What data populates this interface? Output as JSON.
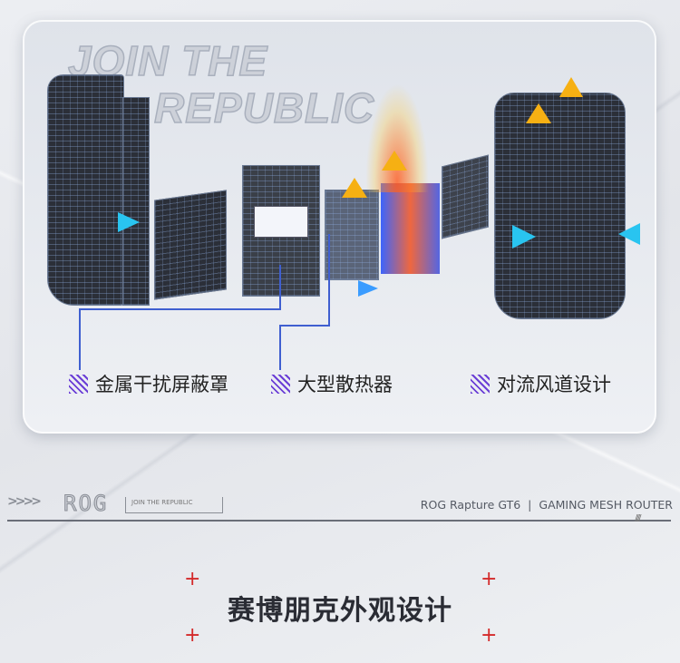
{
  "watermark": {
    "line1": "JOIN THE",
    "line2": "REPUBLIC"
  },
  "features": [
    {
      "label": "金属干扰屏蔽罩"
    },
    {
      "label": "大型散热器"
    },
    {
      "label": "对流风道设计"
    }
  ],
  "footer": {
    "logo": "ROG",
    "logo_tag": "JOIN THE REPUBLIC",
    "product": "ROG Rapture GT6",
    "separator": "|",
    "category": "GAMING MESH ROUTER"
  },
  "section_title": "赛博朋克外观设计",
  "colors": {
    "accent": "#6b3fd6",
    "line": "#3f5fd0",
    "plus": "#d42a2a"
  }
}
